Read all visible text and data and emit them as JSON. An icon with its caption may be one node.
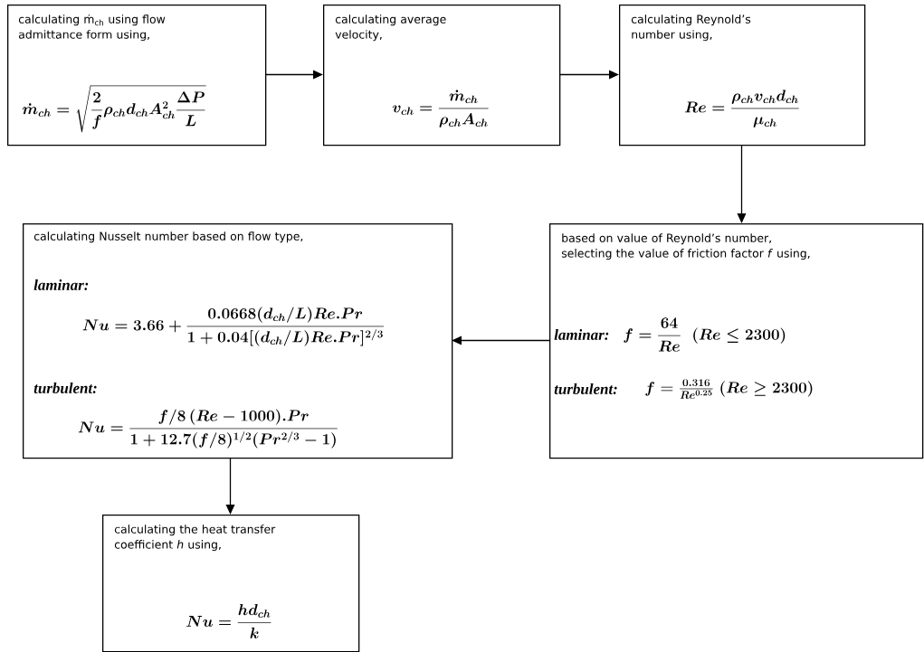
{
  "diagram": {
    "nodes": [
      {
        "text": [
          "calculating ṁ$_{ch}$ using flow admittance form using,",
          "\\dot{m}_{ch}=\\sqrt{\\frac{2}{f}\\rho_{ch}d_{ch}A_{ch}^{2}\\frac{\\Delta P}{L}}"
        ]
      },
      {
        "text": [
          "calculating average velocity,",
          "v_{ch}=\\frac{\\dot{m}_{ch}}{\\rho_{ch}A_{ch}}"
        ]
      },
      {
        "text": [
          "calculating Reynold’s number using,",
          "Re=\\frac{\\rho_{ch}v_{ch}d_{ch}}{\\mu_{ch}}"
        ]
      },
      {
        "text": [
          "calculating Nusselt number based on flow type,",
          "laminar:",
          "Nu=3.66+\\frac{0.0668(d_{ch}/L)Re.Pr}{1+0.04[(d_{ch}/L)Re.Pr]^{2/3}}",
          "turbulent:",
          "Nu=\\frac{f/8\\,(Re-1000).Pr}{1+12.7(f/8)^{1/2}(Pr^{2/3}-1)}"
        ]
      },
      {
        "text": [
          "based on value of Reynold’s number, selecting the value of friction factor *f* using,",
          "laminar:",
          "f=\\frac{64}{Re}\\ \\ (Re\\leq 2300)",
          "turbulent:",
          "f=\\tfrac{0.316}{Re^{0.25}}\\ (Re\\geq 2300)"
        ]
      },
      {
        "text": [
          "calculating the heat transfer coefficient *h* using,",
          "Nu=\\frac{hd_{ch}}{k}"
        ]
      }
    ],
    "edges": [
      {
        "from": 0,
        "to": 1,
        "arrow": "to"
      },
      {
        "from": 1,
        "to": 2,
        "arrow": "to"
      },
      {
        "from": 2,
        "to": 4,
        "arrow": "to"
      },
      {
        "from": 4,
        "to": 3,
        "arrow": "to"
      },
      {
        "from": 3,
        "to": 5,
        "arrow": "to"
      }
    ]
  }
}
